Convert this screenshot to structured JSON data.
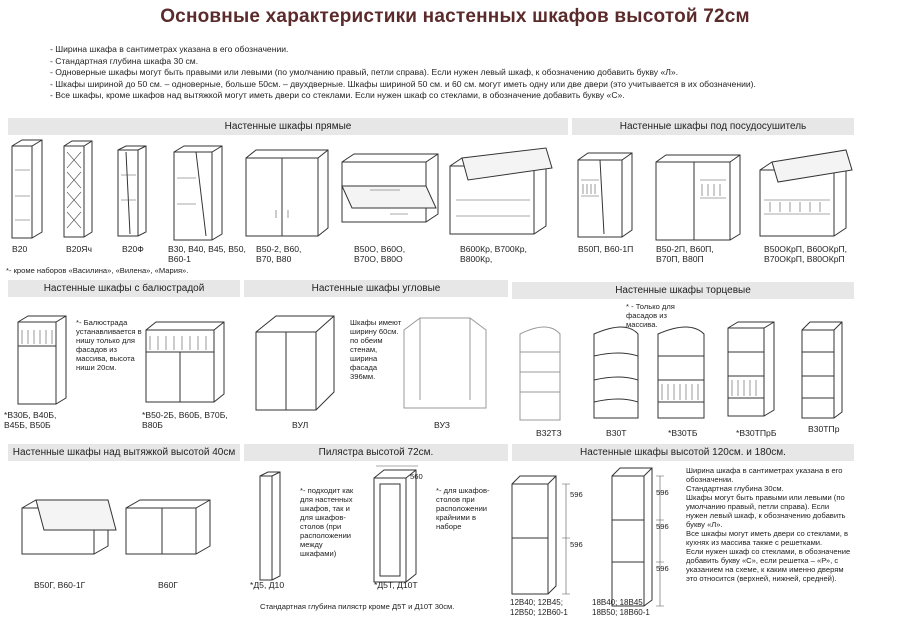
{
  "title": "Основные характеристики настенных шкафов высотой 72см",
  "notes": [
    "Ширина шкафа в сантиметрах указана в его обозначении.",
    "Стандартная глубина шкафа 30 см.",
    "Одноверные шкафы могут быть правыми или левыми (по умолчанию правый, петли справа). Если нужен левый шкаф, к обозначению добавить букву «Л».",
    "Шкафы шириной до 50 см. – одноверные, больше 50см. – двухдверные. Шкафы шириной 50 см. и 60 см. могут иметь одну или две двери (это учитывается в их обозначении).",
    "Все шкафы, кроме шкафов над вытяжкой могут иметь двери со стеклами. Если нужен шкаф со стеклами, в обозначение добавить букву «С»."
  ],
  "sections": {
    "straight": {
      "heading": "Настенные шкафы прямые",
      "items": [
        "В20",
        "В20Яч",
        "В20Ф",
        "В30, В40, В45, В50, В60-1",
        "В50-2, В60, В70, В80",
        "В50О, В60О, В70О, В80О",
        "В600Кр, В700Кр, В800Кр,"
      ],
      "footnote": "*- кроме наборов «Василина», «Вилена», «Мария»."
    },
    "dryer": {
      "heading": "Настенные шкафы под посудосушитель",
      "items": [
        "В50П, В60-1П",
        "В50-2П, В60П, В70П, В80П",
        "В50ОКрП, В60ОКрП, В70ОКрП, В80ОКрП"
      ]
    },
    "balustrade": {
      "heading": "Настенные шкафы с балюстрадой",
      "note": "*- Балюстрада устанавливается в нишу только для фасадов из массива, высота ниши 20см.",
      "items": [
        "*В30Б, В40Б, В45Б, В50Б",
        "*В50-2Б, В60Б, В70Б, В80Б"
      ]
    },
    "corner": {
      "heading": "Настенные шкафы угловые",
      "note": "Шкафы имеют ширину 60см. по обеим стенам, ширина фасада 396мм.",
      "items": [
        "ВУЛ",
        "ВУЗ"
      ]
    },
    "end": {
      "heading": "Настенные шкафы торцевые",
      "note": "* - Только для фасадов из массива.",
      "items": [
        "В32ТЗ",
        "В30Т",
        "*В30ТБ",
        "*В30ТПрБ",
        "В30ТПр"
      ]
    },
    "hood": {
      "heading": "Настенные шкафы над вытяжкой высотой 40см",
      "items": [
        "В50Г, В60-1Г",
        "В60Г"
      ]
    },
    "pilaster": {
      "heading": "Пилястра высотой 72см.",
      "note1": "*- подходит как для настенных шкафов, так и для шкафов-столов (при расположении между шкафами)",
      "note2": "*- для шкафов-столов при расположении крайними в наборе",
      "dimension": "560",
      "items": [
        "*Д5, Д10",
        "*Д5Т, Д10Т"
      ],
      "footer": "Стандартная глубина пилястр кроме Д5Т и Д10Т 30см."
    },
    "tall": {
      "heading": "Настенные шкафы высотой 120см. и 180см.",
      "dims": [
        "596",
        "596",
        "596",
        "596",
        "596"
      ],
      "items": [
        "12В40; 12В45; 12В50; 12В60-1",
        "18В40; 18В45; 18В50; 18В60-1"
      ],
      "info": "Ширина шкафа в сантиметрах указана в его обозначении.\nСтандартная глубина 30см.\nШкафы могут быть правыми или левыми (по умолчанию правый, петли справа). Если нужен левый шкаф, к обозначению добавить букву «Л».\nВсе шкафы могут иметь двери со стеклами, в кухнях из массива также с решетками.\nЕсли нужен шкаф со стеклами, в обозначение добавить букву «С», если решетка – «Р», с указанием на схеме, к каким именно дверям это относится (верхней, нижней, средней)."
    }
  }
}
